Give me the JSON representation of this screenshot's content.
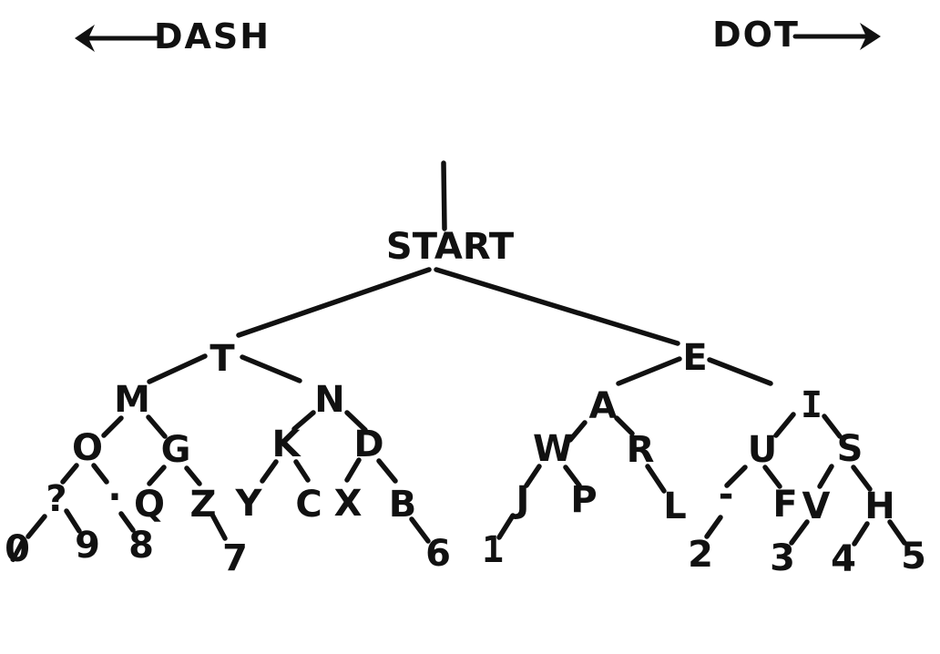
{
  "colors": {
    "ink": "#111111",
    "background": "#ffffff"
  },
  "legend": {
    "dash_label": "DASH",
    "dash_arrow_icon": "arrow-left",
    "dot_label": "DOT",
    "dot_arrow_icon": "arrow-right"
  },
  "nodes": {
    "start": "START",
    "t": "T",
    "e": "E",
    "m": "M",
    "n": "N",
    "a": "A",
    "i": "I",
    "o": "O",
    "g": "G",
    "k": "K",
    "d": "D",
    "w": "W",
    "r": "R",
    "u": "U",
    "s": "S",
    "question_sign": "?",
    "dot_sign": "·",
    "q": "Q",
    "z": "Z",
    "y": "Y",
    "c": "C",
    "x": "X",
    "b": "B",
    "j": "J",
    "p": "P",
    "l": "L",
    "dash_sign": "-",
    "f": "F",
    "v": "V",
    "h": "H",
    "d0": "0",
    "d9": "9",
    "d8": "8",
    "d7": "7",
    "d6": "6",
    "d1": "1",
    "d2": "2",
    "d3": "3",
    "d4": "4",
    "d5": "5"
  }
}
